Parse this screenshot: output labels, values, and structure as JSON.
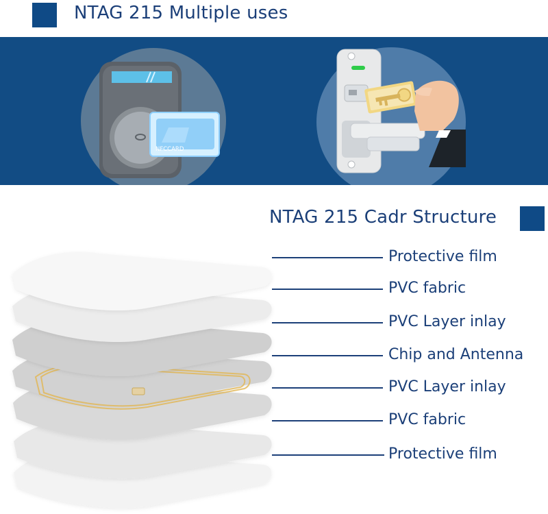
{
  "header": {
    "title": "NTAG 215 Multiple uses"
  },
  "banner": {
    "left_card_text": "NFCCARD"
  },
  "structure": {
    "title": "NTAG 215 Cadr Structure",
    "layers": [
      "Protective film",
      "PVC fabric",
      "PVC Layer inlay",
      "Chip and Antenna",
      "PVC Layer inlay",
      "PVC fabric",
      "Protective film"
    ]
  },
  "colors": {
    "brand_blue": "#124c84",
    "title_blue": "#1b3f78",
    "circle_left": "#5c7a95",
    "circle_right": "#4f7ca9",
    "antenna_gold": "#e2b85b"
  }
}
